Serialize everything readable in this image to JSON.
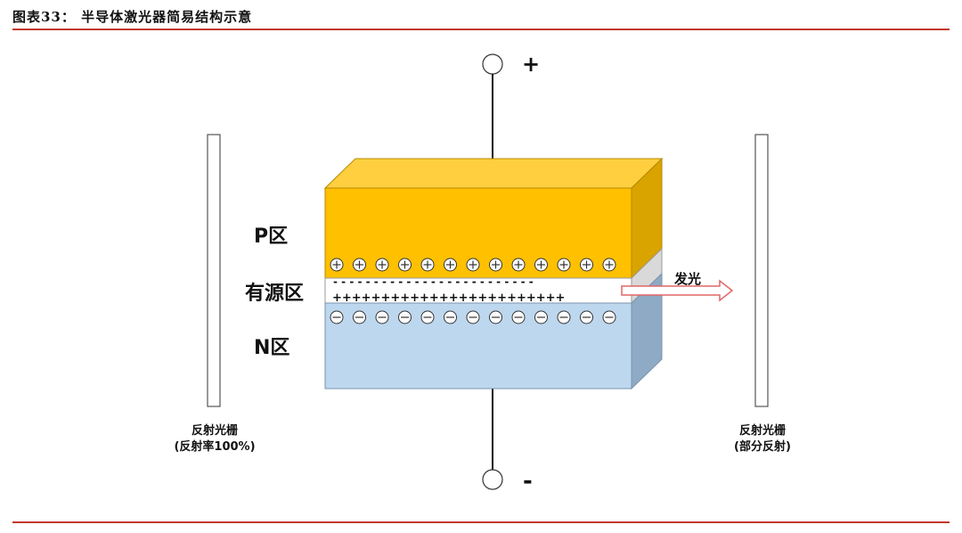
{
  "header": {
    "title": "图表33：  半导体激光器简易结构示意"
  },
  "terminals": {
    "positive": "+",
    "negative": "-"
  },
  "layers": {
    "p_region": "P区",
    "active_region": "有源区",
    "n_region": "N区"
  },
  "charges": {
    "holes_count": 13,
    "electrons_count": 13,
    "minus_row": "- - - - - - - - - - - - - - - - - - - - - - - - -",
    "plus_row": "++++++++++++++++++++++++"
  },
  "emission": {
    "label": "发光"
  },
  "mirrors": {
    "left": {
      "line1": "反射光栅",
      "line2": "(反射率100%)"
    },
    "right": {
      "line1": "反射光栅",
      "line2": "(部分反射)"
    }
  },
  "colors": {
    "p_layer": "#ffc000",
    "p_side": "#d9a300",
    "n_layer": "#bdd7ee",
    "n_side": "#8faac4",
    "active": "#ffffff",
    "rule": "#c0392b",
    "arrow": "#e06666"
  }
}
